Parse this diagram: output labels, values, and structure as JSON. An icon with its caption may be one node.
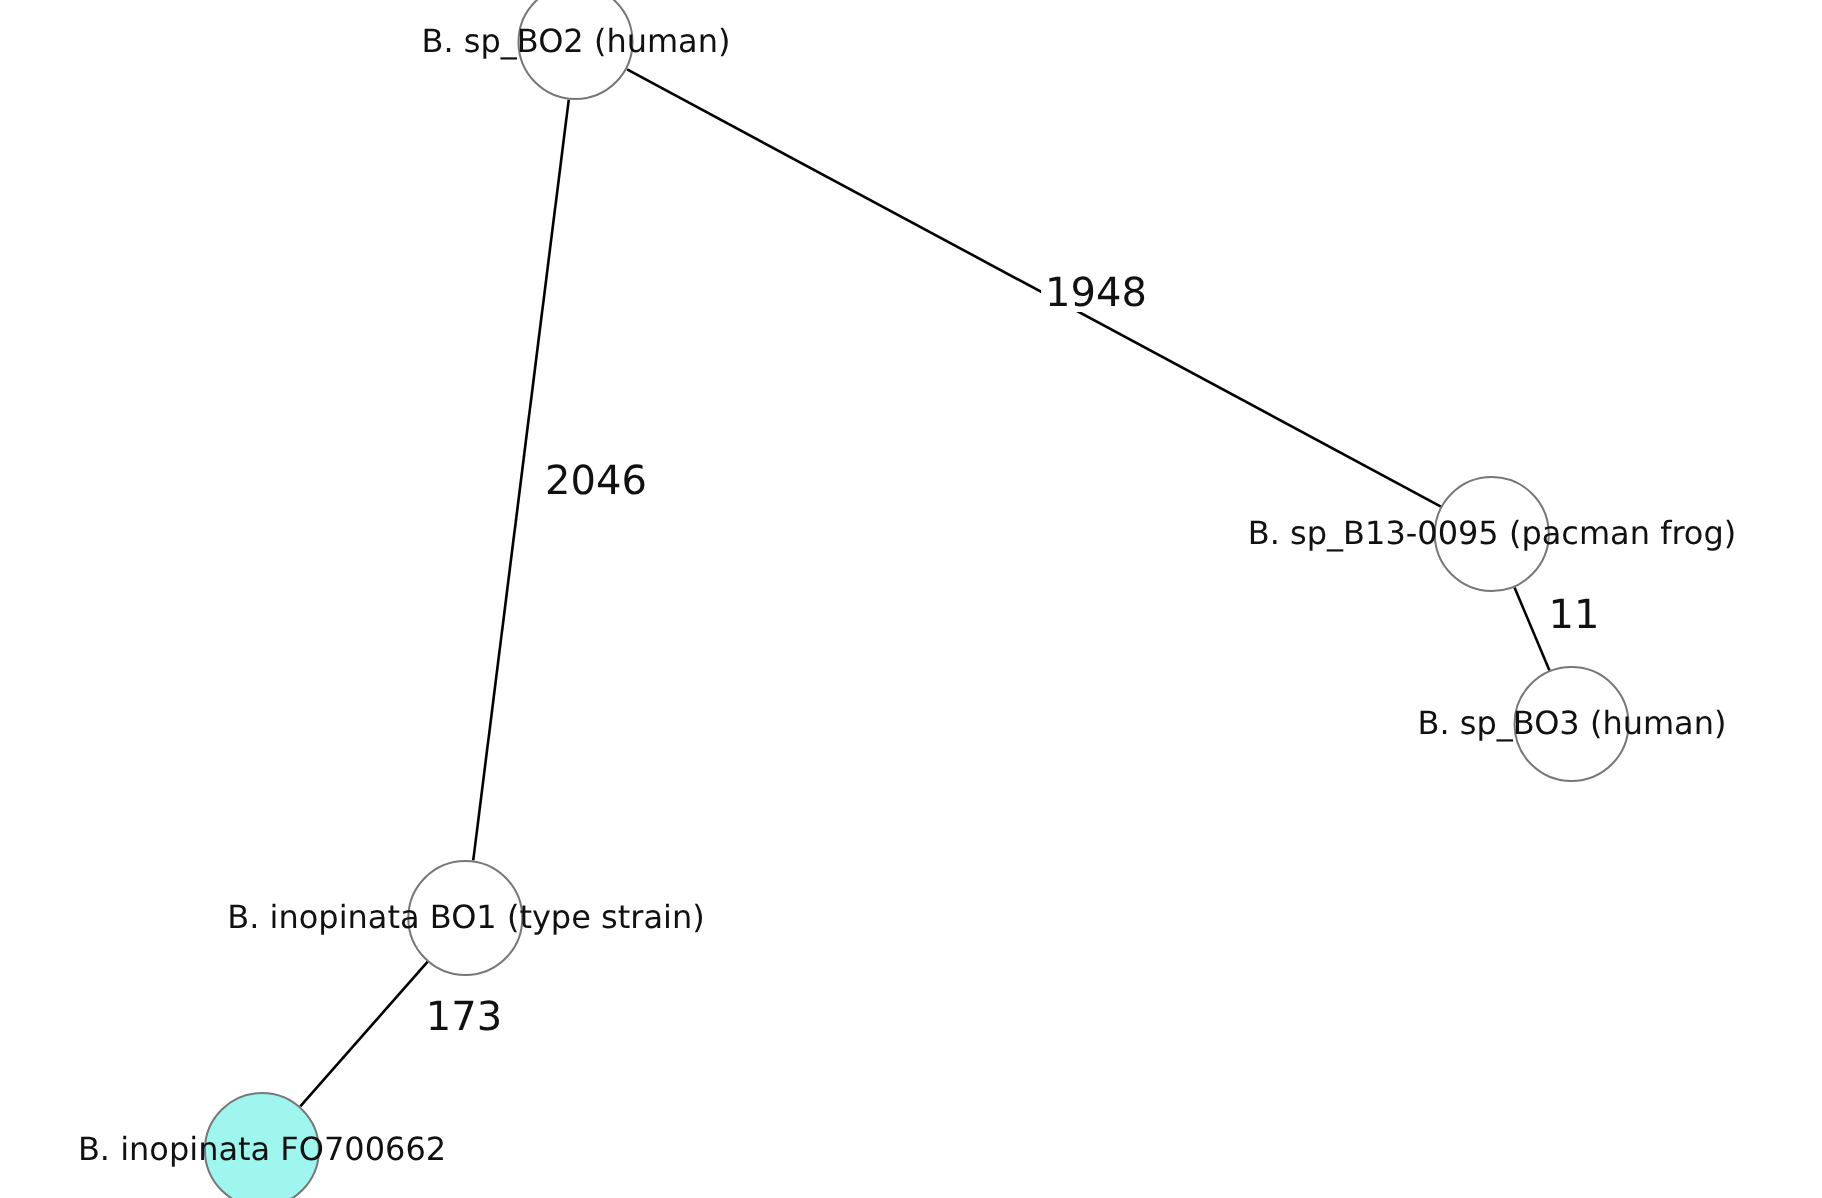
{
  "diagram": {
    "nodes": [
      {
        "text": [
          "B. sp_BO2 (human)"
        ]
      },
      {
        "text": [
          "B. sp_B13-0095 (pacman frog)"
        ]
      },
      {
        "text": [
          "B. sp_BO3 (human)"
        ]
      },
      {
        "text": [
          "B. inopinata BO1 (type strain)"
        ]
      },
      {
        "text": [
          "B. inopinata FO700662"
        ]
      }
    ],
    "edges": [
      {
        "from": 0,
        "to": 3,
        "arrow": "none",
        "label": "2046"
      },
      {
        "from": 0,
        "to": 1,
        "arrow": "none",
        "label": "1948"
      },
      {
        "from": 1,
        "to": 2,
        "arrow": "none",
        "label": "11"
      },
      {
        "from": 3,
        "to": 4,
        "arrow": "none",
        "label": "173"
      }
    ]
  }
}
